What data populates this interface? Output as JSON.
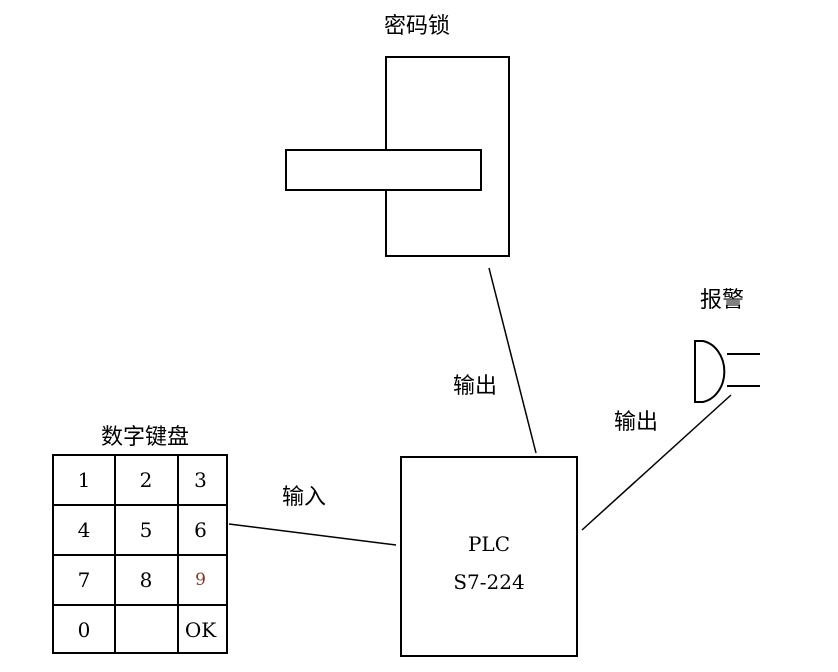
{
  "labels": {
    "lock": "密码锁",
    "alarm": "报警",
    "keypad": "数字键盘",
    "output1": "输出",
    "output2": "输出",
    "input": "输入"
  },
  "plc": {
    "line1": "PLC",
    "line2": "S7-224"
  },
  "keypad": {
    "keys": [
      "1",
      "2",
      "3",
      "4",
      "5",
      "6",
      "7",
      "8",
      "9",
      "0",
      "",
      "OK"
    ],
    "key9_color": "#7a3b2e"
  },
  "colors": {
    "stroke": "#000000",
    "background": "#ffffff"
  }
}
